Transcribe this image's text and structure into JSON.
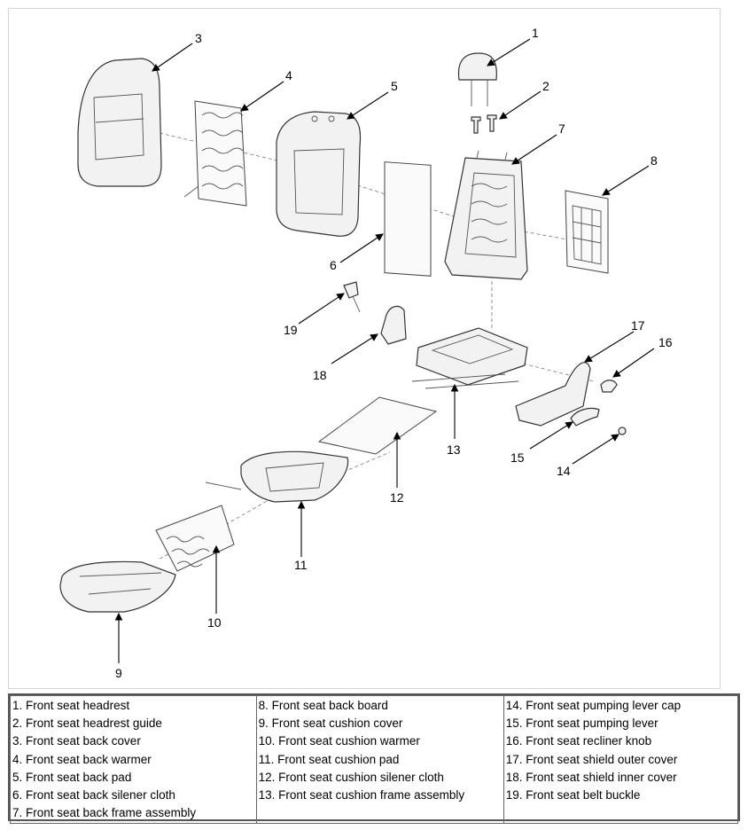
{
  "callouts": [
    "1",
    "2",
    "3",
    "4",
    "5",
    "6",
    "7",
    "8",
    "9",
    "10",
    "11",
    "12",
    "13",
    "14",
    "15",
    "16",
    "17",
    "18",
    "19"
  ],
  "legend": {
    "columns": [
      [
        "1. Front seat headrest",
        "2. Front seat headrest guide",
        "3. Front seat back cover",
        "4. Front seat back warmer",
        "5. Front seat back pad",
        "6. Front seat back silener cloth",
        "7. Front seat back frame assembly"
      ],
      [
        "8. Front seat back board",
        "9. Front seat cushion cover",
        "10. Front seat cushion warmer",
        "11. Front seat cushion pad",
        "12. Front seat cushion silener cloth",
        "13. Front seat cushion frame assembly"
      ],
      [
        "14. Front seat pumping lever cap",
        "15. Front seat pumping lever",
        "16. Front seat recliner knob",
        "17. Front seat shield outer cover",
        "18. Front seat shield inner cover",
        "19. Front seat belt buckle"
      ]
    ]
  }
}
